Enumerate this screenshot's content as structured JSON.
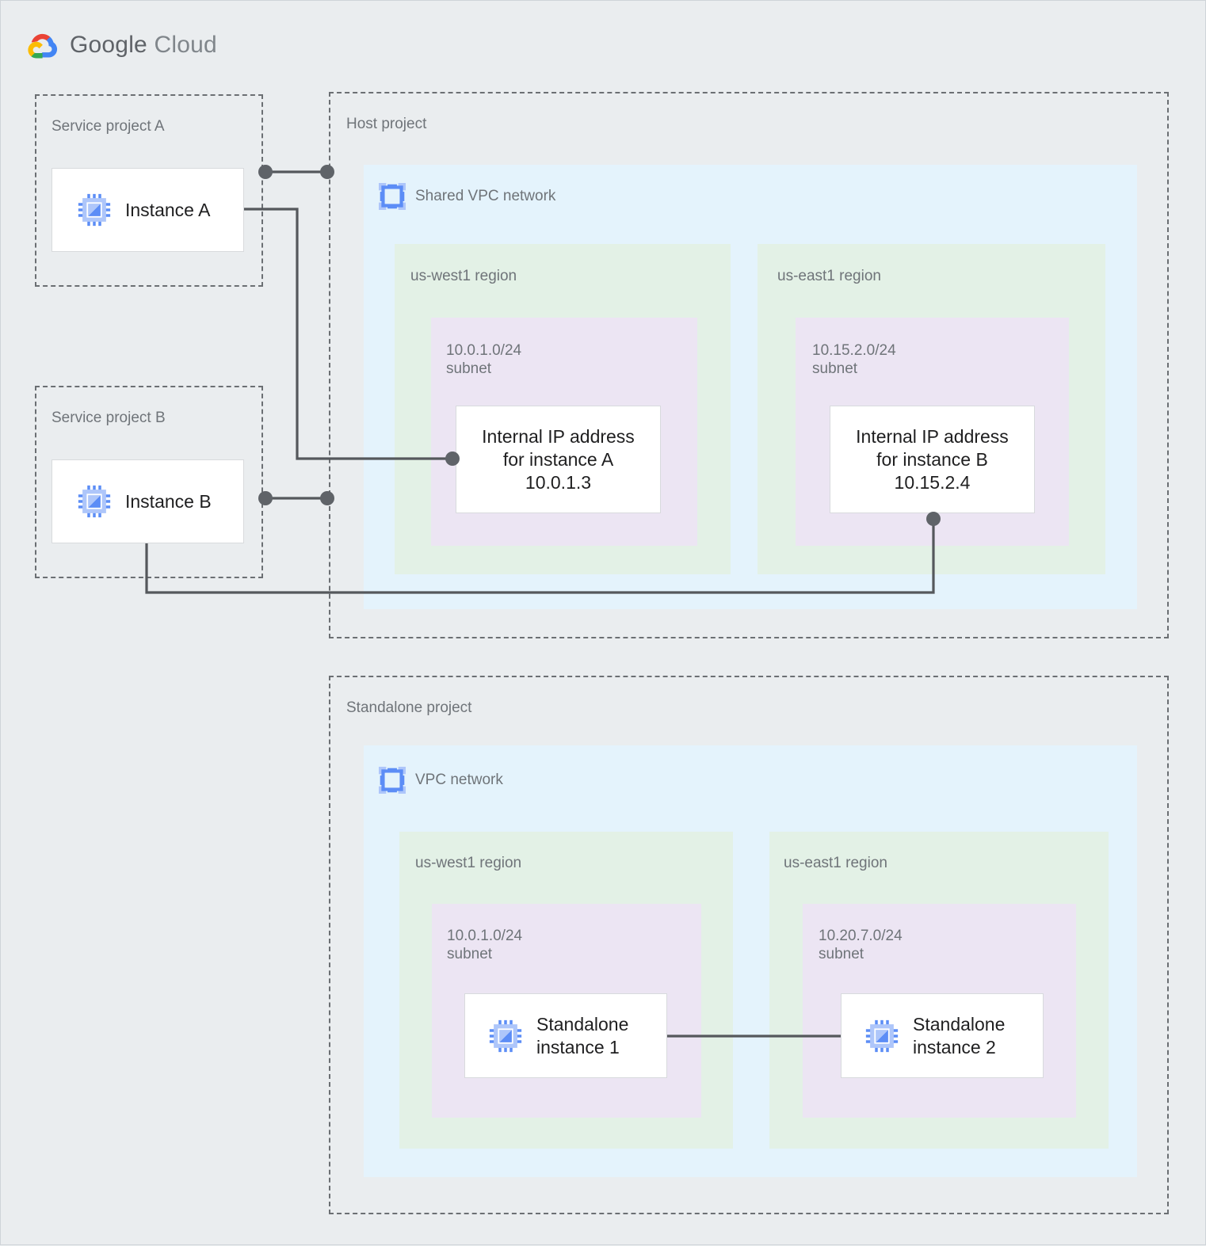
{
  "brand": {
    "name_part1": "Google",
    "name_part2": "Cloud",
    "logo_icon": "google-cloud-logo",
    "colors": {
      "red": "#ea4335",
      "blue": "#4285f4",
      "yellow": "#fbbc04",
      "green": "#34a853",
      "wordmark": "#5f6368"
    }
  },
  "colors": {
    "page_background": "#eaedef",
    "vpc_panel": "#e4f3fc",
    "region_panel": "#e3f1e6",
    "subnet_panel": "#ece5f3",
    "card": "#ffffff",
    "dashed_border": "#6b6f73",
    "wire": "#55585c",
    "node": "#5f6368",
    "label_text": "#6f7479",
    "card_text": "#1f1f20",
    "icon_blue": "#5c8df6",
    "icon_blue_light": "#aec6fa"
  },
  "service_project_a": {
    "label": "Service project A",
    "instance": {
      "label": "Instance A",
      "icon": "compute-instance-icon"
    }
  },
  "service_project_b": {
    "label": "Service project B",
    "instance": {
      "label": "Instance B",
      "icon": "compute-instance-icon"
    }
  },
  "host_project": {
    "label": "Host project",
    "vpc": {
      "title": "Shared VPC network",
      "icon": "vpc-network-icon",
      "regions": [
        {
          "label": "us-west1 region",
          "subnet": {
            "cidr": "10.0.1.0/24",
            "kind": "subnet",
            "label": "10.0.1.0/24\nsubnet",
            "card": {
              "line1": "Internal IP address",
              "line2": "for instance A",
              "line3": "10.0.1.3",
              "text": "Internal IP address\nfor instance A\n10.0.1.3"
            }
          }
        },
        {
          "label": "us-east1 region",
          "subnet": {
            "cidr": "10.15.2.0/24",
            "kind": "subnet",
            "label": "10.15.2.0/24\nsubnet",
            "card": {
              "line1": "Internal IP address",
              "line2": "for instance B",
              "line3": "10.15.2.4",
              "text": "Internal IP address\nfor instance B\n10.15.2.4"
            }
          }
        }
      ]
    }
  },
  "standalone_project": {
    "label": "Standalone project",
    "vpc": {
      "title": "VPC network",
      "icon": "vpc-network-icon",
      "regions": [
        {
          "label": "us-west1 region",
          "subnet": {
            "cidr": "10.0.1.0/24",
            "kind": "subnet",
            "label": "10.0.1.0/24\nsubnet",
            "card": {
              "label": "Standalone\ninstance 1",
              "icon": "compute-instance-icon"
            }
          }
        },
        {
          "label": "us-east1 region",
          "subnet": {
            "cidr": "10.20.7.0/24",
            "kind": "subnet",
            "label": "10.20.7.0/24\nsubnet",
            "card": {
              "label": "Standalone\ninstance 2",
              "icon": "compute-instance-icon"
            }
          }
        }
      ]
    }
  },
  "connections": [
    {
      "name": "instance-a-to-host-project",
      "from": "Service project A",
      "to": "Host project",
      "style": "dot-line-dot"
    },
    {
      "name": "instance-a-to-internal-ip-a",
      "from": "Instance A",
      "to": "Internal IP address for instance A",
      "style": "elbow-with-dot"
    },
    {
      "name": "instance-b-to-host-project",
      "from": "Service project B",
      "to": "Host project",
      "style": "dot-line-dot"
    },
    {
      "name": "instance-b-to-internal-ip-b",
      "from": "Instance B",
      "to": "Internal IP address for instance B",
      "style": "elbow-with-dot"
    },
    {
      "name": "standalone-instance-1-to-2",
      "from": "Standalone instance 1",
      "to": "Standalone instance 2",
      "style": "straight"
    }
  ]
}
